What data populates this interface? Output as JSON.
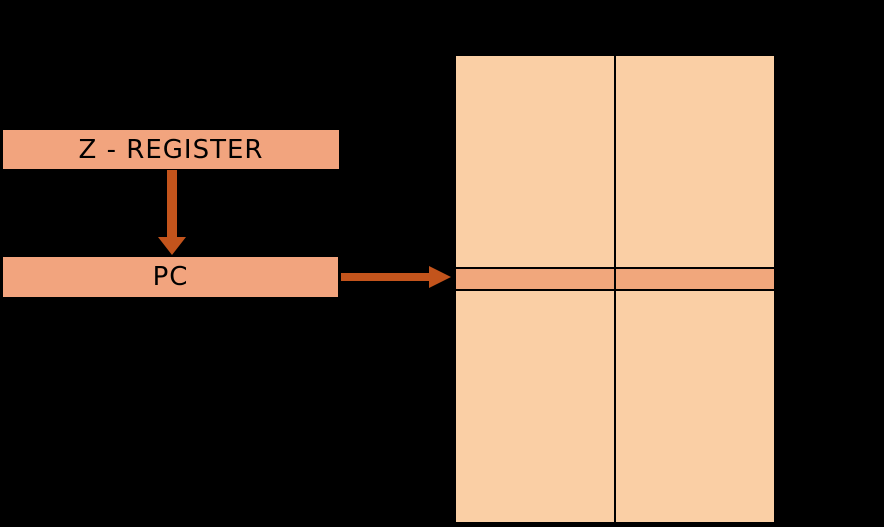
{
  "diagram": {
    "z_register": {
      "label": "Z - REGISTER"
    },
    "pc": {
      "label": "PC"
    },
    "arrows": [
      {
        "name": "z-register-to-pc",
        "direction": "down"
      },
      {
        "name": "pc-to-memory-row",
        "direction": "right"
      }
    ],
    "memory_table": {
      "columns": 2,
      "rows": [
        {
          "role": "memory-cells-above-target",
          "highlighted": false
        },
        {
          "role": "target-row-pointed-by-pc",
          "highlighted": true
        },
        {
          "role": "memory-cells-below-target",
          "highlighted": false
        }
      ],
      "highlighted_row_index": 1
    },
    "colors": {
      "background": "#000000",
      "register_fill": "#F2A47E",
      "memory_cell_fill": "#FACFA5",
      "highlight_fill": "#F1A77C",
      "arrow": "#C3541C",
      "border": "#000000",
      "text": "#000000"
    }
  }
}
